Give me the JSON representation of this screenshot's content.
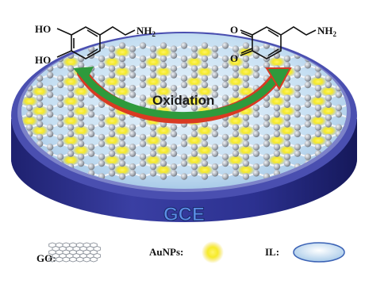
{
  "reactant": {
    "group_ho_top": "HO",
    "group_ho_bottom": "HO",
    "group_nh2": "NH",
    "group_nh2_sub": "2"
  },
  "product": {
    "group_o_top": "O",
    "group_o_bottom": "O",
    "group_nh2": "NH",
    "group_nh2_sub": "2"
  },
  "reaction": {
    "label": "Oxidation"
  },
  "electrode": {
    "label": "GCE"
  },
  "legend": {
    "go_label": "GO:",
    "aunps_label": "AuNPs:",
    "il_label": "IL:"
  },
  "colors": {
    "electrode_side": "#2e318f",
    "electrode_rim": "#5f64b8",
    "surface": "#cfe4f4",
    "nanoparticle": "#f6ea1f",
    "node": "#a8adb5",
    "arrow_green": "#2e9a3c",
    "arrow_red": "#d93a22",
    "gce_text": "#4d7fd6"
  }
}
